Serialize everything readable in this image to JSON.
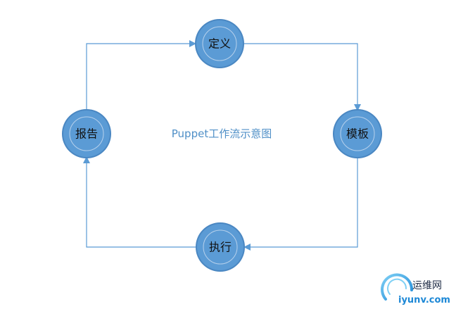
{
  "title": "Puppet工作流示意图",
  "nodes": [
    {
      "id": "define",
      "label": "定义"
    },
    {
      "id": "template",
      "label": "模板"
    },
    {
      "id": "execute",
      "label": "执行"
    },
    {
      "id": "report",
      "label": "报告"
    }
  ],
  "flow": [
    "定义",
    "模板",
    "执行",
    "报告",
    "定义"
  ],
  "watermark": {
    "line1": "运维网",
    "line2": "iyunv.com"
  },
  "colors": {
    "node_fill": "#5b9bd5",
    "node_ring": "#b7d1ec",
    "node_outer": "#4a87c2",
    "connector": "#5b9bd5",
    "title": "#4f8fc7",
    "watermark_blue": "#1d88d6",
    "watermark_dark": "#1d2a44"
  }
}
